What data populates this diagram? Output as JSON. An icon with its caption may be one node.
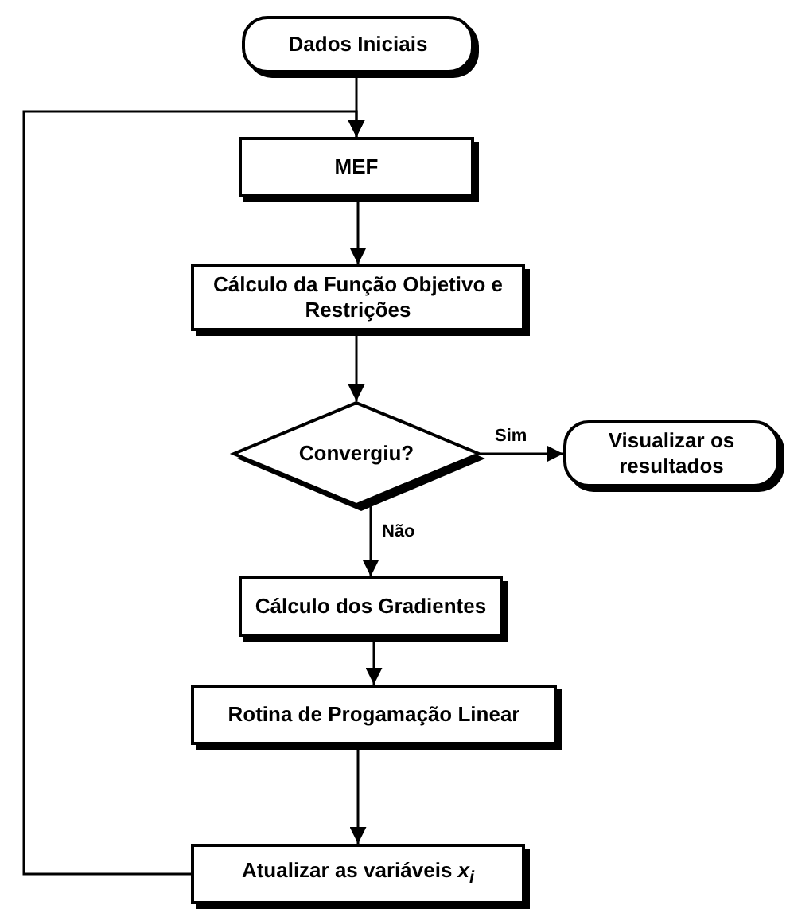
{
  "diagram": {
    "nodes": [
      {
        "text": [
          "Dados Iniciais"
        ]
      },
      {
        "text": [
          "MEF"
        ]
      },
      {
        "text": [
          "Cálculo da Função Objetivo e Restrições"
        ]
      },
      {
        "text": [
          "Convergiu?"
        ]
      },
      {
        "text": [
          "Visualizar os resultados"
        ]
      },
      {
        "text": [
          "Cálculo dos Gradientes"
        ]
      },
      {
        "text": [
          "Rotina de Progamação Linear"
        ]
      },
      {
        "text": [
          "Atualizar as variáveis *x*$_{i}$"
        ]
      }
    ],
    "edges": [
      {
        "from": 0,
        "to": 1,
        "arrow": "to"
      },
      {
        "from": 1,
        "to": 2,
        "arrow": "to"
      },
      {
        "from": 2,
        "to": 3,
        "arrow": "to"
      },
      {
        "from": 3,
        "to": 4,
        "arrow": "to",
        "label": "Sim"
      },
      {
        "from": 3,
        "to": 5,
        "arrow": "to",
        "label": "Não"
      },
      {
        "from": 5,
        "to": 6,
        "arrow": "to"
      },
      {
        "from": 6,
        "to": 7,
        "arrow": "to"
      },
      {
        "from": 7,
        "to": 1,
        "arrow": "to"
      }
    ]
  }
}
